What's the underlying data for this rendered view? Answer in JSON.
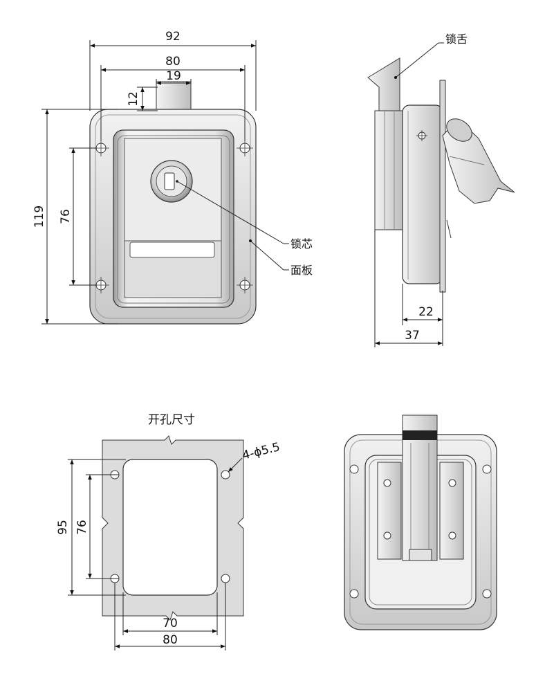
{
  "colors": {
    "metal_light": "#e8e8e8",
    "metal_mid": "#cfcfcf",
    "metal_dark": "#9a9a9a",
    "outline": "#333333",
    "panel_gray": "#dcdcdc",
    "cutout_white": "#ffffff",
    "band_dark": "#222222"
  },
  "front_view": {
    "dim_width_outer": "92",
    "dim_width_holes": "80",
    "dim_latch_width": "19",
    "dim_latch_height": "12",
    "dim_height_outer": "119",
    "dim_height_holes": "76",
    "callout_lock_core": "锁芯",
    "callout_panel": "面板"
  },
  "side_view": {
    "callout_tongue": "锁舌",
    "dim_depth_body": "22",
    "dim_depth_total": "37"
  },
  "cutout_view": {
    "title": "开孔尺寸",
    "hole_spec": "4-ϕ5.5",
    "dim_height_opening": "95",
    "dim_height_holes": "76",
    "dim_width_opening": "70",
    "dim_width_holes": "80"
  },
  "rear_view": {}
}
